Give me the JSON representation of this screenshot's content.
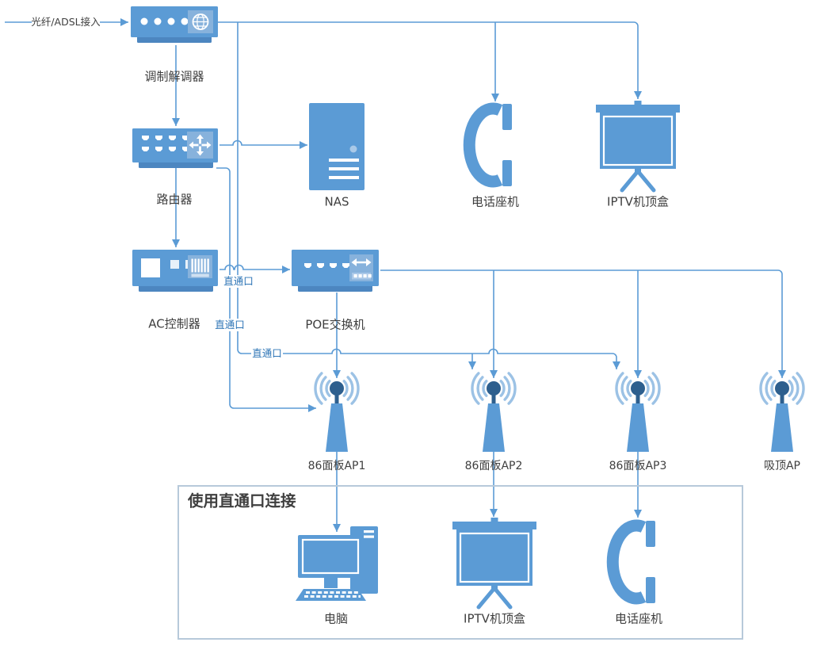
{
  "diagram": {
    "entry": {
      "label": "光纤/ADSL接入"
    },
    "devices": {
      "modem": "调制解调器",
      "router": "路由器",
      "nas": "NAS",
      "ac_controller": "AC控制器",
      "poe_switch": "POE交换机",
      "phone_top": "电话座机",
      "iptv_top": "IPTV机顶盒",
      "ap1": "86面板AP1",
      "ap2": "86面板AP2",
      "ap3": "86面板AP3",
      "ceiling_ap": "吸顶AP",
      "pc": "电脑",
      "iptv_bottom": "IPTV机顶盒",
      "phone_bottom": "电话座机"
    },
    "link_labels": {
      "passthrough_ac": "直通口",
      "passthrough_mid": "直通口",
      "passthrough_line": "直通口"
    },
    "group": {
      "title": "使用直通口连接"
    },
    "colors": {
      "primary": "#5B9BD5",
      "primary_dark": "#4C86C0",
      "pad": "#87B2DC",
      "antenna_dark": "#2D5F8E",
      "wifi_arc": "#9CC2E5",
      "line": "#5B9BD5",
      "label_text": "#3F3F3F",
      "link_label_text": "#2E75B6",
      "group_border": "#B7C9DA",
      "background": "#FFFFFF"
    }
  }
}
